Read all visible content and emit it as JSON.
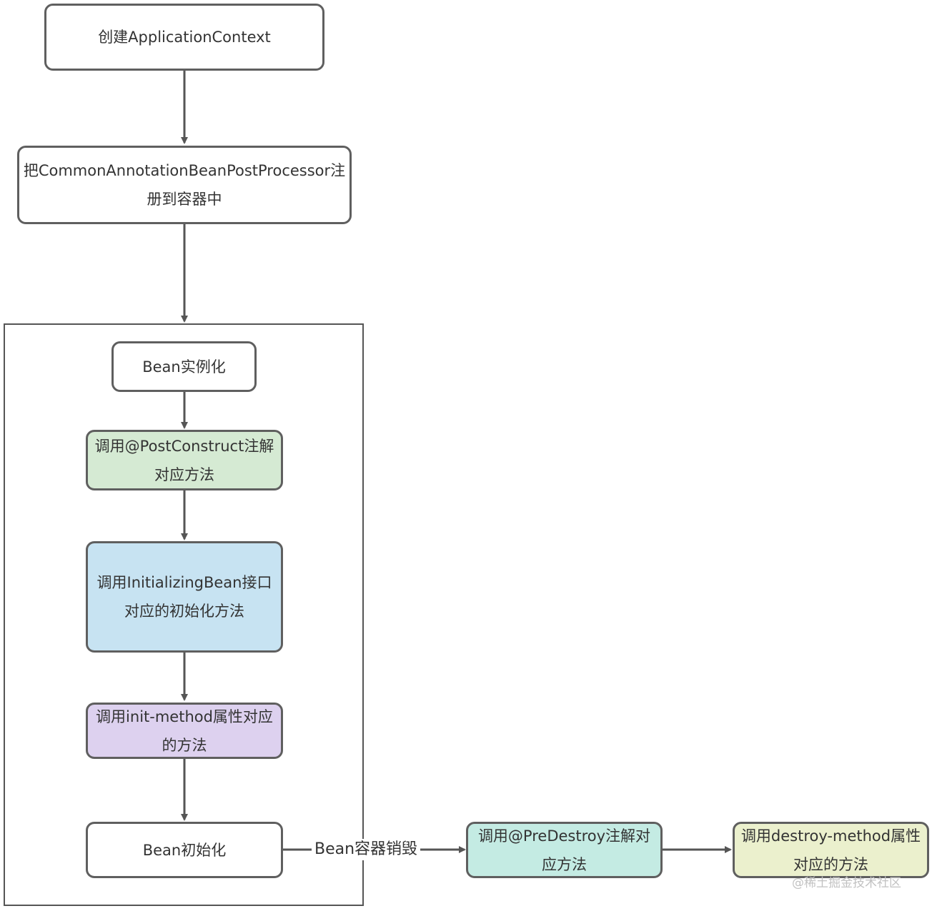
{
  "diagram": {
    "nodes": {
      "create_context": "创建ApplicationContext",
      "register_processor": "把CommonAnnotationBeanPostProcessor注册到容器中",
      "bean_instantiate": "Bean实例化",
      "post_construct": "调用@PostConstruct注解对应方法",
      "initializing_bean": "调用InitializingBean接口对应的初始化方法",
      "init_method": "调用init-method属性对应的方法",
      "bean_initialized": "Bean初始化",
      "pre_destroy": "调用@PreDestroy注解对应方法",
      "destroy_method": "调用destroy-method属性对应的方法"
    },
    "edge_labels": {
      "bean_container_destroy": "Bean容器销毁"
    },
    "colors": {
      "post_construct_fill": "#d5ead3",
      "initializing_bean_fill": "#c7e3f2",
      "init_method_fill": "#ddd1ef",
      "pre_destroy_fill": "#c4ebe3",
      "destroy_method_fill": "#ebf0cd",
      "stroke": "#5f5f5f"
    }
  },
  "watermark": "@稀土掘金技术社区"
}
